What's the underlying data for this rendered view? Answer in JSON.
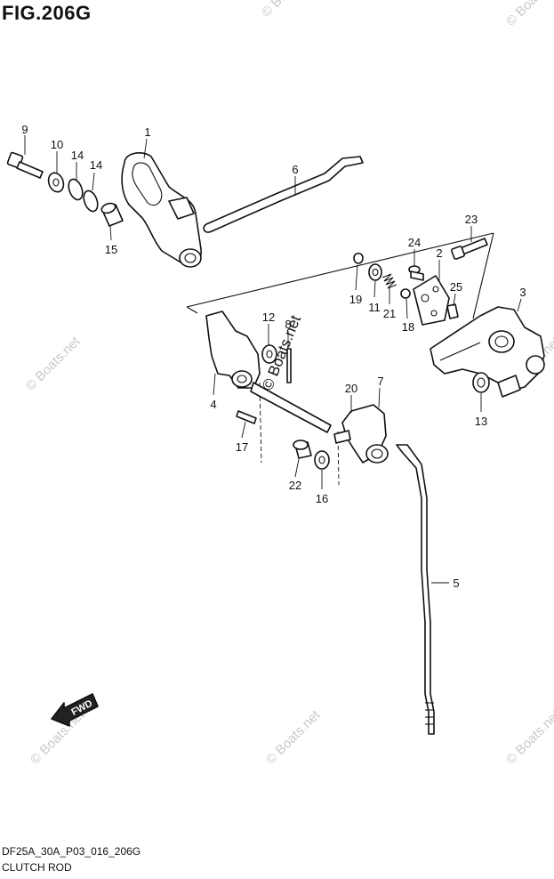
{
  "title": "FIG.206G",
  "footer": {
    "code": "DF25A_30A_P03_016_206G",
    "name": "CLUTCH ROD"
  },
  "fwd_label": "FWD",
  "watermark": "© Boats.net",
  "callouts": {
    "p1": "1",
    "p2": "2",
    "p3": "3",
    "p4": "4",
    "p5": "5",
    "p6": "6",
    "p7": "7",
    "p8": "8",
    "p9": "9",
    "p10": "10",
    "p11": "11",
    "p12": "12",
    "p13": "13",
    "p14a": "14",
    "p14b": "14",
    "p15": "15",
    "p16": "16",
    "p17": "17",
    "p18": "18",
    "p19": "19",
    "p20": "20",
    "p21": "21",
    "p22": "22",
    "p23": "23",
    "p24": "24",
    "p25": "25"
  }
}
